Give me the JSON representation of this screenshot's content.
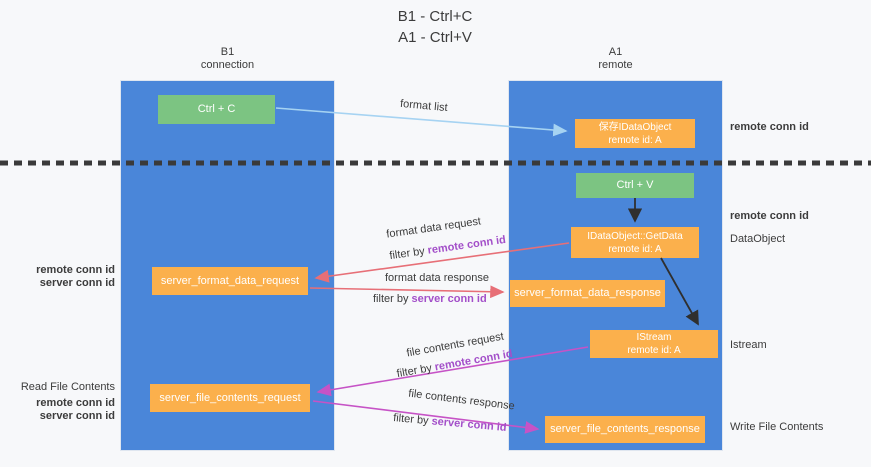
{
  "title": {
    "line1": "B1 - Ctrl+C",
    "line2": "A1 - Ctrl+V"
  },
  "lanes": {
    "left": {
      "title": "B1",
      "subtitle": "connection"
    },
    "right": {
      "title": "A1",
      "subtitle": "remote"
    }
  },
  "nodes": {
    "ctrl_c": "Ctrl + C",
    "ctrl_v": "Ctrl + V",
    "save_idataobject": {
      "line1": "保存IDataObject",
      "line2": "remote id: A"
    },
    "getdata": {
      "line1": "IDataObject::GetData",
      "line2": "remote id: A"
    },
    "istream": {
      "line1": "IStream",
      "line2": "remote id: A"
    },
    "server_format_data_request": "server_format_data_request",
    "server_format_data_response": "server_format_data_response",
    "server_file_contents_request": "server_file_contents_request",
    "server_file_contents_response": "server_file_contents_response"
  },
  "edges": {
    "format_list": "format list",
    "format_data_request": "format data request",
    "format_data_response": "format data response",
    "file_contents_request": "file contents request",
    "file_contents_response": "file contents response",
    "filter_by": "filter by ",
    "remote_conn_id": "remote conn id",
    "server_conn_id": "server conn id"
  },
  "side_labels": {
    "remote_conn_id": "remote conn id",
    "server_conn_id": "server conn id",
    "dataobject": "DataObject",
    "istream": "Istream",
    "read_file_contents": "Read File Contents",
    "write_file_contents": "Write File Contents"
  },
  "colors": {
    "lane_blue": "#4a86d9",
    "node_green": "#7cc482",
    "node_orange": "#fbb04c",
    "arrow_lightblue": "#a6d3f2",
    "arrow_red": "#e76f77",
    "arrow_magenta": "#c653c6",
    "arrow_black": "#2f2f2f",
    "text_purple": "#a34fc9",
    "text_green": "#66bb6a",
    "text_dark": "#3c3c3c",
    "background": "#f7f8fa"
  }
}
